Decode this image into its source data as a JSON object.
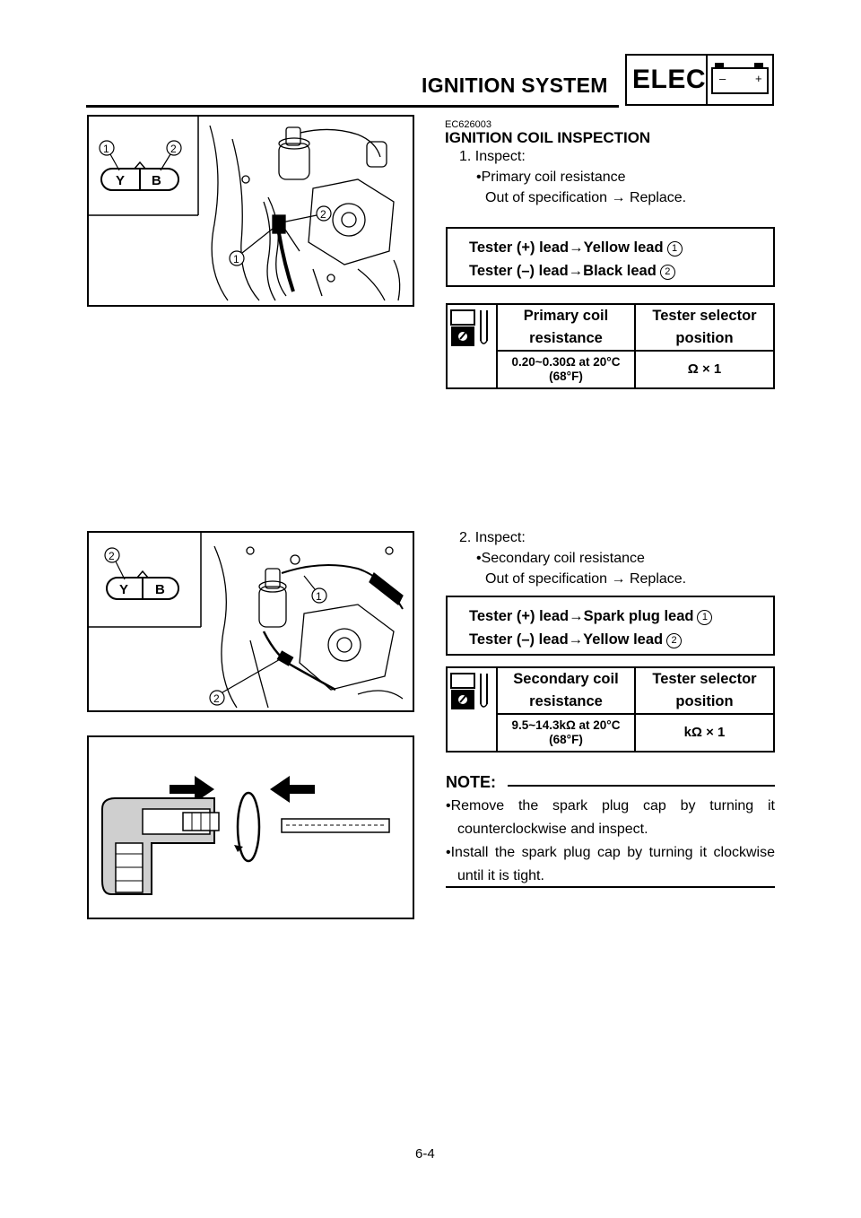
{
  "header": {
    "title": "IGNITION SYSTEM",
    "section_badge": "ELEC",
    "battery_minus": "–",
    "battery_plus": "+"
  },
  "fig1": {
    "connector_left": "Y",
    "connector_right": "B",
    "callout_1": "1",
    "callout_2": "2"
  },
  "fig2": {
    "connector_left": "Y",
    "connector_right": "B",
    "callout_1": "1",
    "callout_2": "2"
  },
  "section": {
    "code": "EC626003",
    "title": "IGNITION COIL INSPECTION"
  },
  "step1": {
    "label": "1. Inspect:",
    "bullet": "•Primary coil resistance",
    "spec": "Out of specification → Replace.",
    "tester_plus": "Tester (+) lead→Yellow lead",
    "tester_plus_num": "1",
    "tester_minus": "Tester (–) lead→Black lead",
    "tester_minus_num": "2",
    "table_header_1": "Primary coil resistance",
    "table_header_2": "Tester selector position",
    "table_value_1": "0.20~0.30Ω at 20°C (68°F)",
    "table_value_2": "Ω × 1"
  },
  "step2": {
    "label": "2. Inspect:",
    "bullet": "•Secondary coil resistance",
    "spec": "Out of specification → Replace.",
    "tester_plus": "Tester (+) lead→Spark plug lead",
    "tester_plus_num": "1",
    "tester_minus": "Tester (–) lead→Yellow lead",
    "tester_minus_num": "2",
    "table_header_1": "Secondary coil resistance",
    "table_header_2": "Tester selector position",
    "table_value_1": "9.5~14.3kΩ at 20°C (68°F)",
    "table_value_2": "kΩ × 1"
  },
  "note": {
    "title": "NOTE:",
    "items": [
      "•Remove the spark plug cap by turning it counterclockwise and inspect.",
      "•Install the spark plug cap by turning it clockwise until it is tight."
    ]
  },
  "page_number": "6-4"
}
